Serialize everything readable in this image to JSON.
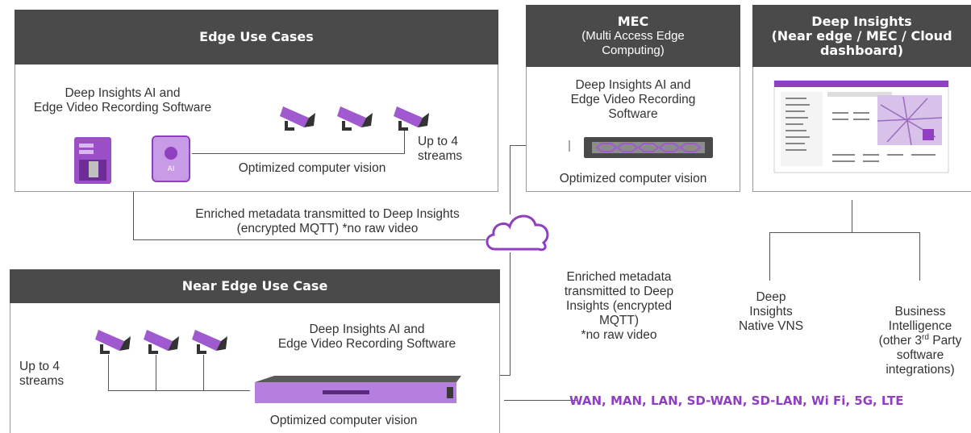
{
  "edge": {
    "header": "Edge Use Cases",
    "software": "Deep Insights AI and\nEdge Video Recording Software",
    "cv": "Optimized computer vision",
    "streams": "Up to 4\nstreams",
    "ai_badge": "AI"
  },
  "mec": {
    "header_title": "MEC",
    "header_sub": "(Multi Access Edge\nComputing)",
    "software": "Deep Insights AI and\nEdge Video Recording\nSoftware",
    "cv": "Optimized computer vision"
  },
  "deep": {
    "header": "Deep Insights\n(Near edge / MEC / Cloud\ndashboard)"
  },
  "near": {
    "header": "Near Edge Use Case",
    "software": "Deep Insights AI and\nEdge Video Recording Software",
    "streams": "Up to 4\nstreams",
    "cv": "Optimized computer vision"
  },
  "metadata_top": "Enriched metadata transmitted to Deep Insights\n(encrypted MQTT) *no raw video",
  "metadata_mid": "Enriched metadata\ntransmitted to Deep\nInsights (encrypted\nMQTT)\n*no raw video",
  "vns": "Deep\nInsights\nNative VNS",
  "bi": {
    "line1": "Business\nIntelligence\n(other 3",
    "sup": "rd",
    "line2": " Party\nsoftware\nintegrations)"
  },
  "network": "WAN, MAN, LAN, SD-WAN, SD-LAN, Wi Fi, 5G, LTE",
  "colors": {
    "purple": "#8f3fbf",
    "header": "#4a4a4a",
    "border": "#9a9a9a"
  }
}
